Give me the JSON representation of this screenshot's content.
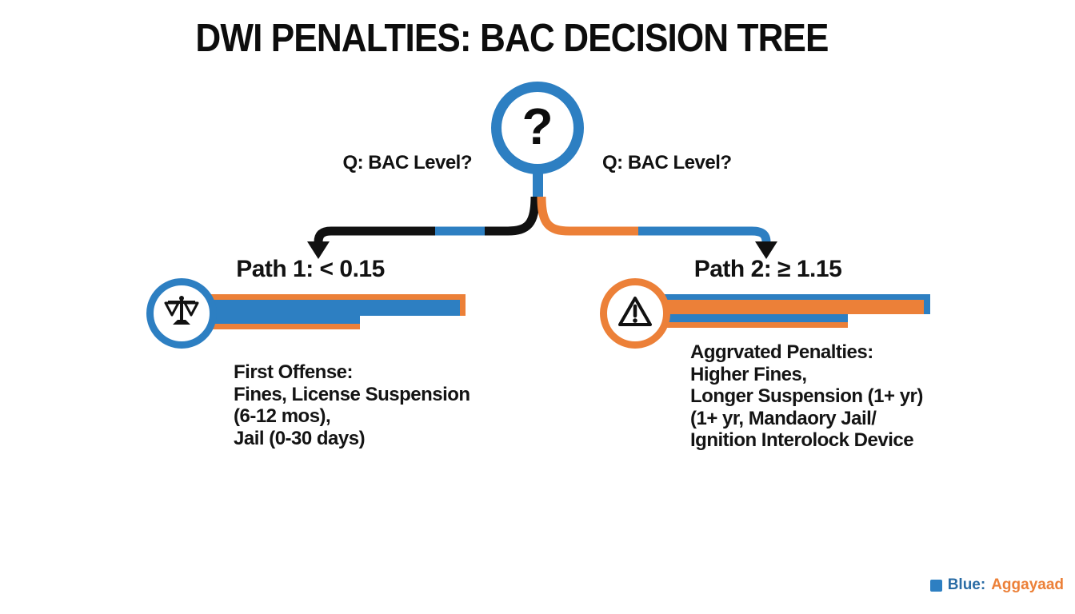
{
  "colors": {
    "blue": "#2d7fc2",
    "orange": "#ec8038",
    "ink": "#121212",
    "legend-blue": "#2a6ca5"
  },
  "title": "DWI PENALTIES: BAC DECISION TREE",
  "root": {
    "icon": "question-icon",
    "symbol": "?",
    "question_left": "Q: BAC Level?",
    "question_right": "Q: BAC Level?"
  },
  "paths": [
    {
      "label": "Path 1: < 0.15",
      "icon": "scales-icon",
      "lines": [
        "First Offense:",
        "Fines, License Suspension",
        "(6-12 mos),",
        "Jail (0-30 days)"
      ]
    },
    {
      "label": "Path 2: ≥ 1.15",
      "icon": "warning-icon",
      "lines": [
        "Aggrvated Penalties:",
        "Higher Fines,",
        "Longer Suspension (1+ yr)",
        "(1+ yr, Mandaory Jail/",
        "Ignition Interolock Device"
      ]
    }
  ],
  "legend": {
    "swatch_icon": "blue-square-icon",
    "label": "Blue:",
    "value": "Aggayaad"
  }
}
